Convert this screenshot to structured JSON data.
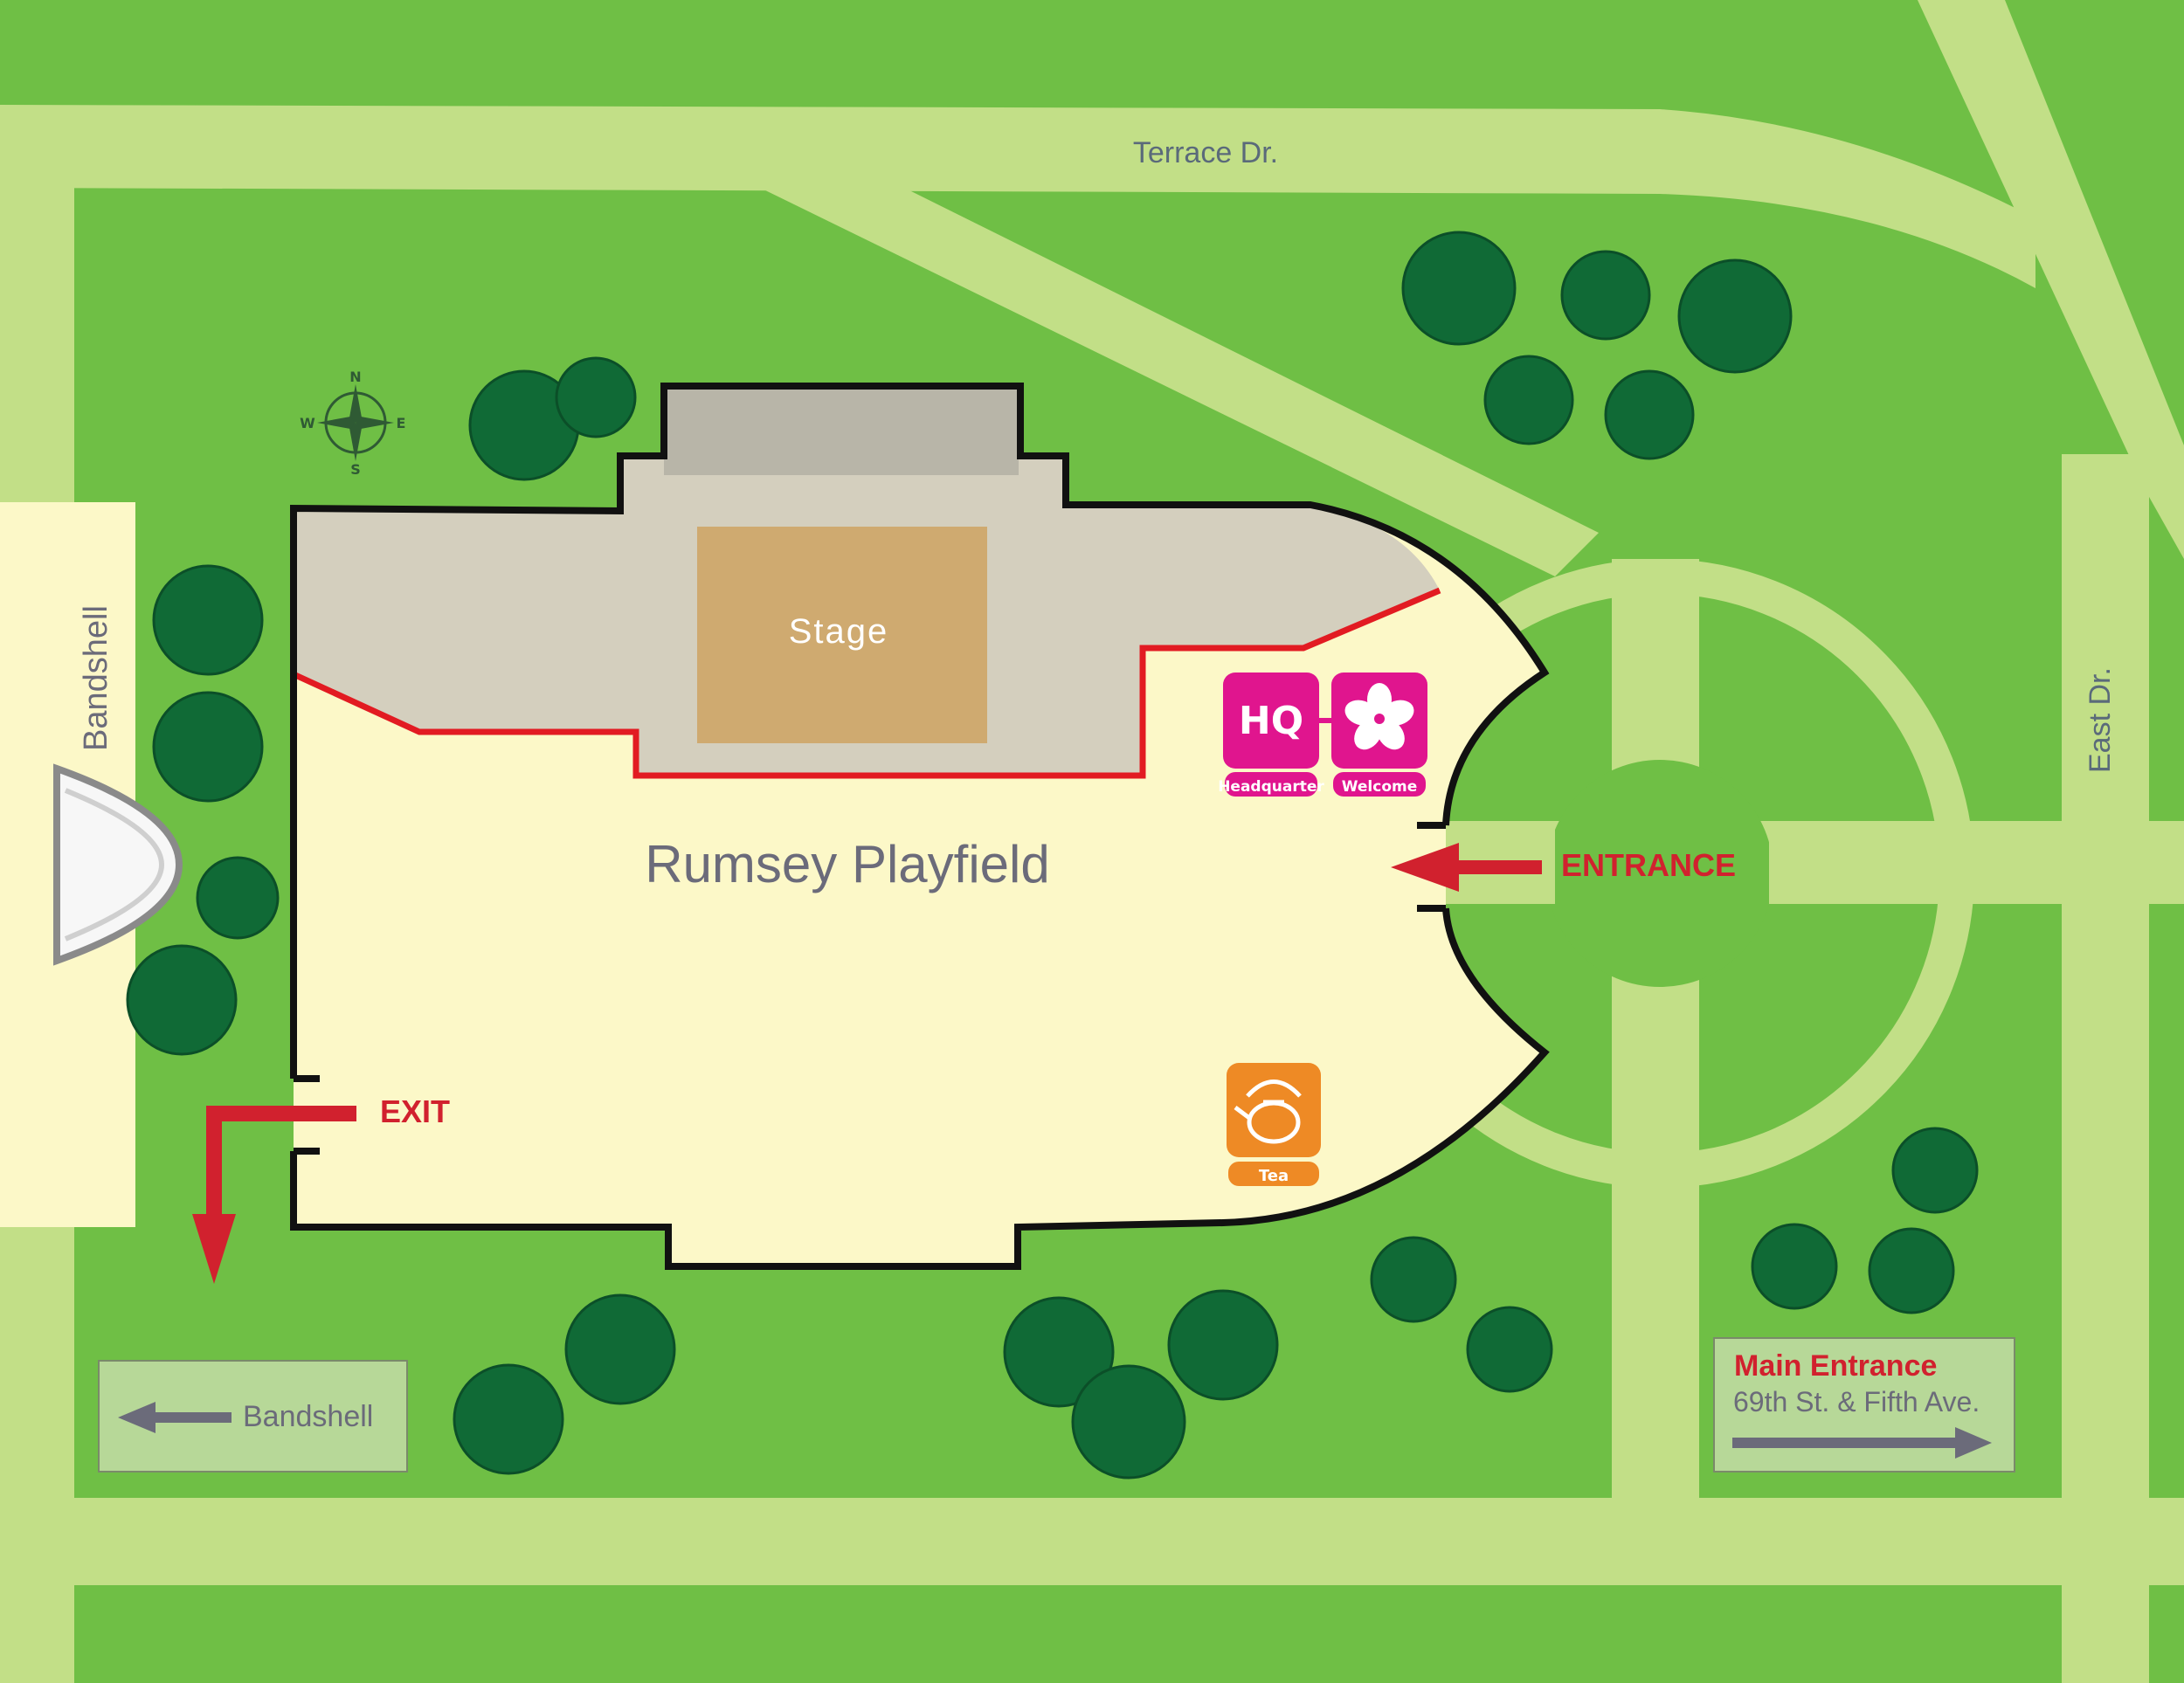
{
  "streets": {
    "terrace": "Terrace Dr.",
    "east": "East Dr."
  },
  "compass": {
    "n": "N",
    "s": "S",
    "e": "E",
    "w": "W"
  },
  "bandshell_label": "Bandshell",
  "stage_label": "Stage",
  "playfield_label": "Rumsey Playfield",
  "entrance_label": "ENTRANCE",
  "exit_label": "EXIT",
  "icons": {
    "hq": {
      "glyph": "HQ",
      "caption": "Headquarter"
    },
    "welcome": {
      "caption": "Welcome"
    },
    "tea": {
      "caption": "Tea"
    }
  },
  "signs": {
    "bandshell_sign": "Bandshell",
    "main_entrance_title": "Main Entrance",
    "main_entrance_address": "69th St. & Fifth Ave."
  },
  "colors": {
    "grass": "#6fbf45",
    "path": "#c2df87",
    "playfield": "#fcf8c8",
    "plaza": "#d4cfbe",
    "stage": "#cfaa70",
    "hq_magenta": "#e0158e",
    "tea_orange": "#ee8a25",
    "arrow_red": "#d1212e",
    "tree_dark": "#106a36"
  }
}
